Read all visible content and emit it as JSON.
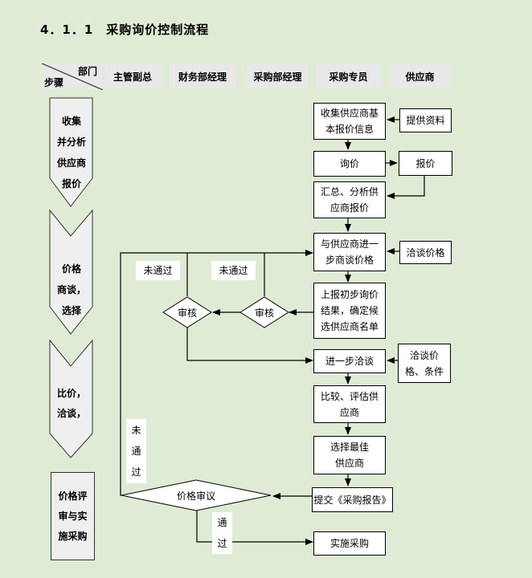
{
  "title": "4．1．1　采购询价控制流程",
  "header": {
    "corner": {
      "top_right": "部门",
      "bottom_left": "步骤"
    },
    "columns": [
      "主管副总",
      "财务部经理",
      "采购部经理",
      "采购专员",
      "供应商"
    ]
  },
  "steps": [
    {
      "label": "收集\n并分析\n供应商\n报价"
    },
    {
      "label": "价格\n商谈，\n选择"
    },
    {
      "label": "比价，\n洽谈，"
    },
    {
      "label": "价格评\n审与实\n施采购"
    }
  ],
  "specialist_boxes": [
    {
      "text": "收集供应商基\n本报价信息"
    },
    {
      "text": "询价"
    },
    {
      "text": "汇总、分析供\n应商报价"
    },
    {
      "text": "与供应商进一\n步商谈价格"
    },
    {
      "text": "上报初步询价\n结果，确定候\n选供应商名单"
    },
    {
      "text": "进一步洽谈"
    },
    {
      "text": "比较、评估供\n应商"
    },
    {
      "text": "选择最佳\n供应商"
    },
    {
      "text": "提交《采购报告》"
    },
    {
      "text": "实施采购"
    }
  ],
  "supplier_boxes": [
    {
      "text": "提供资料"
    },
    {
      "text": "报价"
    },
    {
      "text": "洽谈价格"
    },
    {
      "text": "洽谈价\n格、条件"
    }
  ],
  "decisions": [
    {
      "text": "审核"
    },
    {
      "text": "审核"
    },
    {
      "text": "价格审议"
    }
  ],
  "labels": {
    "not_pass_1": "未通过",
    "not_pass_2": "未通过",
    "not_pass_vertical": "未\n通\n过",
    "pass_vertical": "通\n过"
  },
  "colors": {
    "background": "#DFEBD5",
    "header_cell": "#E8E8E8",
    "step_shape": "#EFEFEF",
    "box_fill": "#FFFFFF",
    "line": "#000000"
  }
}
